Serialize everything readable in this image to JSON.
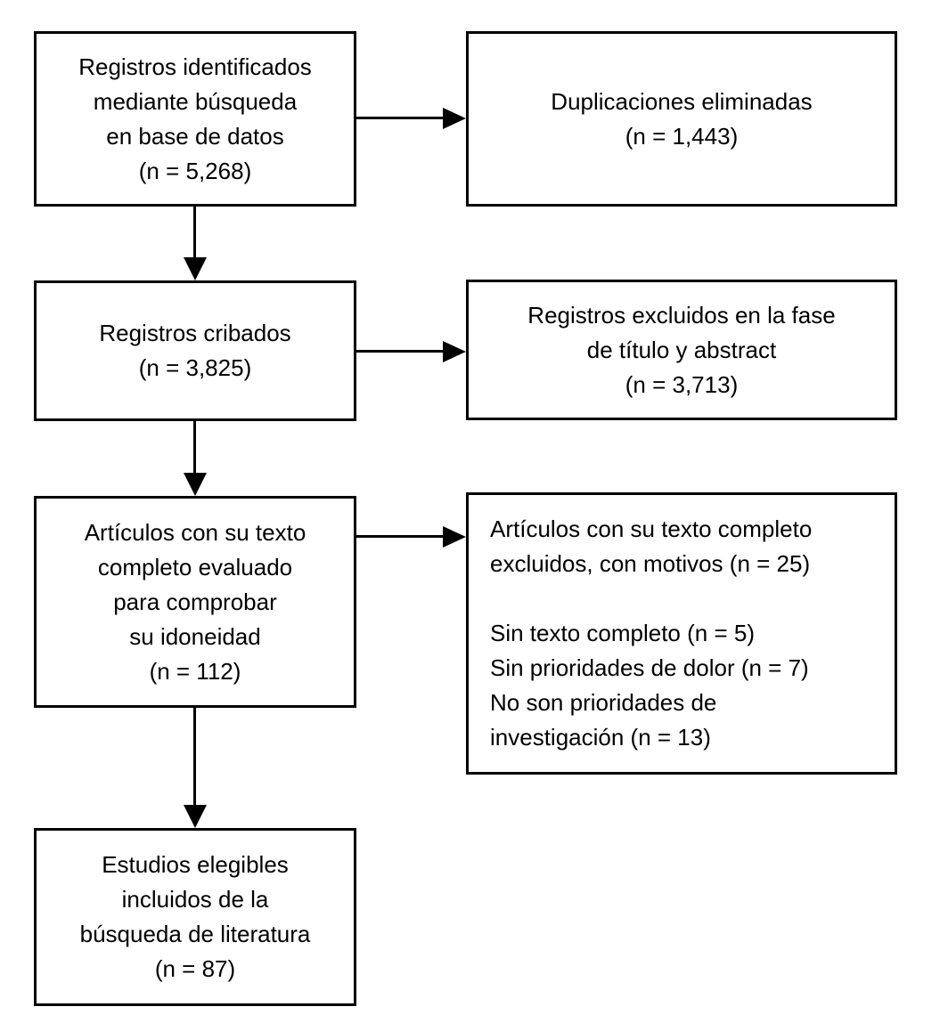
{
  "colors": {
    "ink": "#000000",
    "bg": "#ffffff"
  },
  "boxes": [
    {
      "id": "records-identified",
      "text": "Registros identificados\nmediante búsqueda\nen base de datos\n(n = 5,268)"
    },
    {
      "id": "duplicates-removed",
      "text": "Duplicaciones eliminadas\n(n = 1,443)"
    },
    {
      "id": "records-screened",
      "text": "Registros cribados\n(n = 3,825)"
    },
    {
      "id": "records-excluded-title-abstract",
      "text": "Registros excluidos en la fase\nde título y abstract\n(n = 3,713)"
    },
    {
      "id": "fulltext-assessed",
      "text": "Artículos con su texto\ncompleto evaluado\npara comprobar\nsu idoneidad\n(n = 112)"
    },
    {
      "id": "fulltext-excluded-with-reasons",
      "text": "Artículos con su texto completo\nexcluidos, con motivos (n = 25)\n\nSin texto completo (n = 5)\nSin prioridades de dolor (n = 7)\nNo son prioridades de\ninvestigación (n = 13)"
    },
    {
      "id": "studies-included",
      "text": "Estudios elegibles\nincluidos de la\nbúsqueda de literatura\n(n = 87)"
    }
  ]
}
